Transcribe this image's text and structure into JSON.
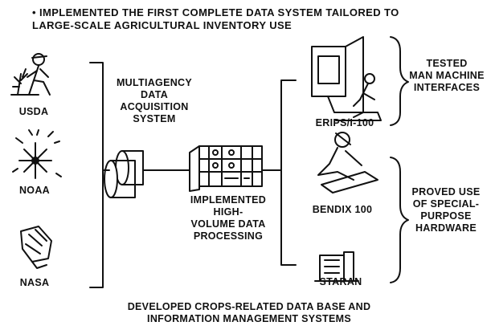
{
  "headline": "• IMPLEMENTED THE FIRST COMPLETE DATA SYSTEM TAILORED TO\n  LARGE-SCALE AGRICULTURAL INVENTORY USE",
  "sources": {
    "usda": "USDA",
    "noaa": "NOAA",
    "nasa": "NASA"
  },
  "acquisition_label": "MULTIAGENCY\nDATA\nACQUISITION\nSYSTEM",
  "processing_label": "IMPLEMENTED\nHIGH-\nVOLUME DATA\nPROCESSING",
  "outputs": {
    "erips": "ERIPS/I-100",
    "bendix": "BENDIX 100",
    "staran": "STARAN"
  },
  "brace_notes": {
    "tested": "TESTED\nMAN MACHINE\nINTERFACES",
    "proved": "PROVED USE\nOF SPECIAL-\nPURPOSE\nHARDWARE"
  },
  "footer": "DEVELOPED CROPS-RELATED DATA BASE AND\nINFORMATION MANAGEMENT SYSTEMS"
}
